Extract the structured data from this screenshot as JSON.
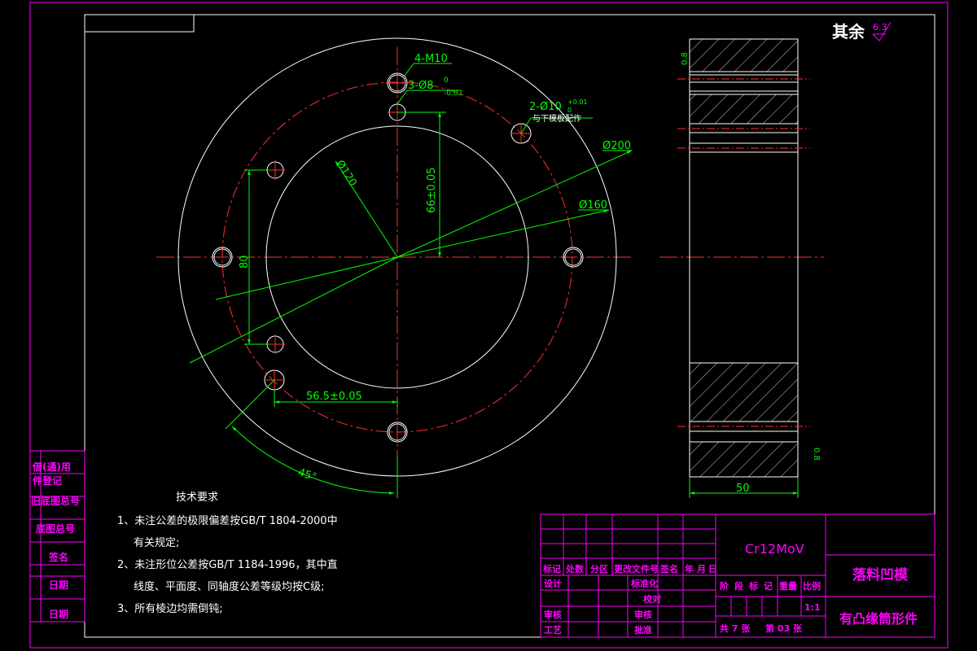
{
  "roughness": {
    "label": "其余",
    "value": "6.3"
  },
  "dims": {
    "thread_holes": "4-M10",
    "pin_holes": "3-Ø8",
    "pin_holes_upper": "0",
    "pin_holes_lower": "-0.02",
    "dowel_holes": "2-Ø10",
    "dowel_upper": "+0.01",
    "dowel_lower": "0",
    "dowel_note": "与下模板配作",
    "d200": "Ø200",
    "d160": "Ø160",
    "d120": "Ø120",
    "v66": "66±0.05",
    "v80": "80",
    "h56": "56.5±0.05",
    "angle": "45°",
    "side_top": "0.8",
    "side_bottom": "0.8",
    "width": "50"
  },
  "tech": {
    "title": "技术要求",
    "l1a": "1、未注公差的极限偏差按GB/T 1804-2000中",
    "l1b": "有关规定;",
    "l2a": "2、未注形位公差按GB/T 1184-1996，其中直",
    "l2b": "线度、平面度、同轴度公差等级均按C级;",
    "l3": "3、所有棱边均需倒钝;"
  },
  "side_table": [
    "借(通)用",
    "件登记",
    "旧底图总号",
    "底图总号",
    "签名",
    "日期",
    "日期"
  ],
  "title_block": {
    "material": "Cr12MoV",
    "name": "落料凹模",
    "product": "有凸缘筒形件",
    "rev_header": [
      "标记",
      "处数",
      "分区",
      "更改文件号",
      "签名",
      "年",
      "月",
      "日"
    ],
    "design": "设计",
    "standard": "标准化",
    "check": "审核",
    "process": "工艺",
    "review": "审核",
    "approve": "批准",
    "verify": "校对",
    "stage_header": [
      "阶",
      "段",
      "标",
      "记",
      "重量",
      "比例"
    ],
    "scale": "1:1",
    "sheets_total": "共 7 张",
    "sheet_no": "第 03 张"
  },
  "colors": {
    "border": "#ff00ff",
    "line": "#ffffff",
    "center": "#ff3030",
    "dim": "#00ff00",
    "hatch": "#ffffff"
  }
}
